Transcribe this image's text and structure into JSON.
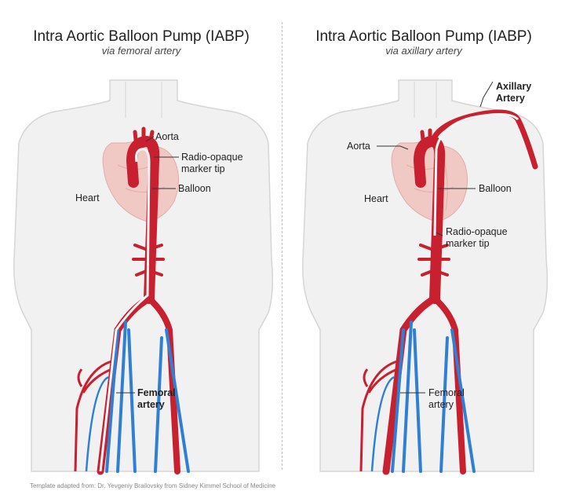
{
  "left": {
    "title": "Intra Aortic Balloon Pump (IABP)",
    "subtitle": "via femoral artery",
    "labels": {
      "aorta": "Aorta",
      "marker_line1": "Radio-opaque",
      "marker_line2": "marker tip",
      "balloon": "Balloon",
      "heart": "Heart",
      "femoral_line1": "Femoral",
      "femoral_line2": "artery"
    }
  },
  "right": {
    "title": "Intra Aortic Balloon Pump (IABP)",
    "subtitle": "via axillary artery",
    "labels": {
      "axillary_line1": "Axillary",
      "axillary_line2": "Artery",
      "aorta": "Aorta",
      "balloon": "Balloon",
      "heart": "Heart",
      "marker_line1": "Radio-opaque",
      "marker_line2": "marker tip",
      "femoral_line1": "Femoral",
      "femoral_line2": "artery"
    }
  },
  "footer": "Template adapted from: Dr. Yevgeniy Brailovsky from Sidney Kimmel School of Medicine",
  "colors": {
    "artery": "#c8202f",
    "artery_dark": "#a0141f",
    "vein": "#2f7fd3",
    "body": "#f1f1f1",
    "body_outline": "#d5d5d5",
    "heart": "#f0c9c4",
    "catheter": "#f6f6f6"
  }
}
